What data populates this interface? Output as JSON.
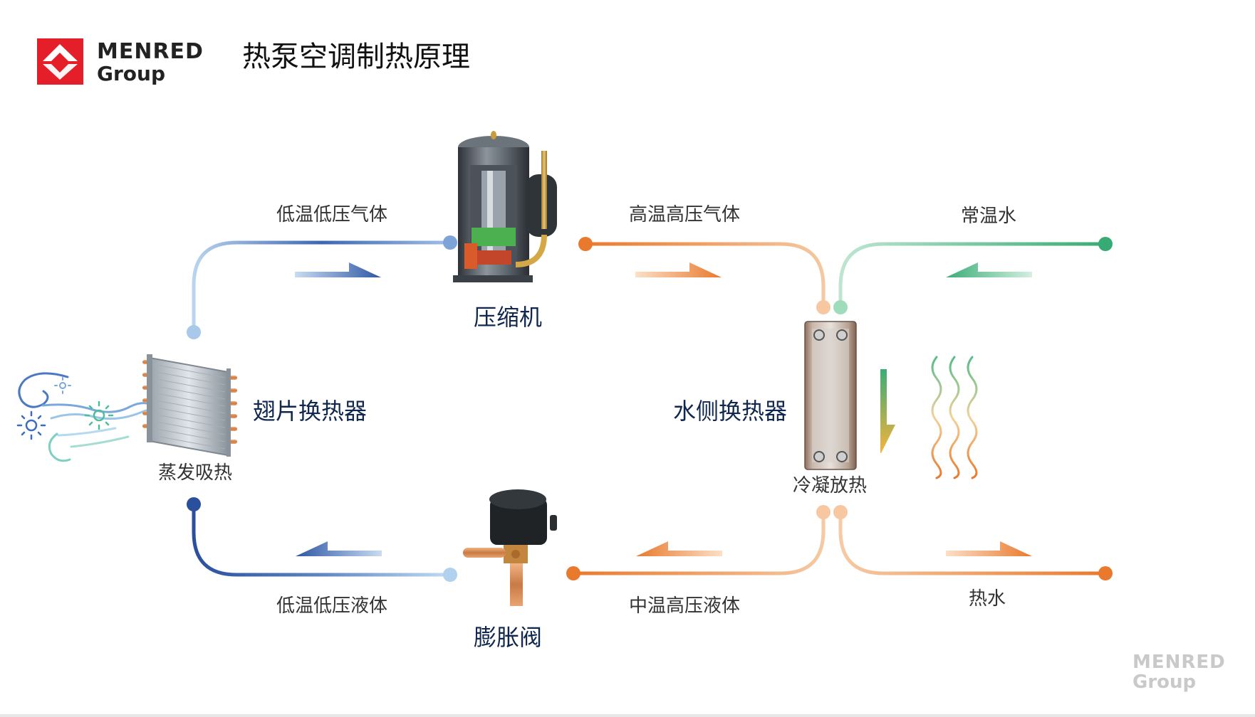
{
  "header": {
    "brand_line1": "MENRED",
    "brand_line2": "Group",
    "title": "热泵空调制热原理"
  },
  "components": {
    "compressor": "压缩机",
    "fin_exchanger": "翅片换热器",
    "water_exchanger": "水侧换热器",
    "expansion_valve": "膨胀阀"
  },
  "flow_labels": {
    "top_left": "低温低压气体",
    "top_middle": "高温高压气体",
    "top_right": "常温水",
    "bottom_left": "低温低压液体",
    "bottom_middle": "中温高压液体",
    "bottom_right": "热水"
  },
  "process_labels": {
    "evaporate": "蒸发吸热",
    "condense": "冷凝放热"
  },
  "watermark": {
    "line1": "MENRED",
    "line2": "Group"
  },
  "colors": {
    "blue_light": "#b9d6ee",
    "blue_dark": "#2d56a4",
    "orange": "#e9792c",
    "orange_light": "#f7c79e",
    "green": "#3aad78",
    "green_light": "#b9e3cb",
    "logo_red": "#e51f2a",
    "title_text": "#111111",
    "component_text": "#10284f"
  },
  "icons": {
    "logo_mark": "menred-logo-icon",
    "air": "wind-sun-icon",
    "heat": "heat-wave-icon"
  }
}
